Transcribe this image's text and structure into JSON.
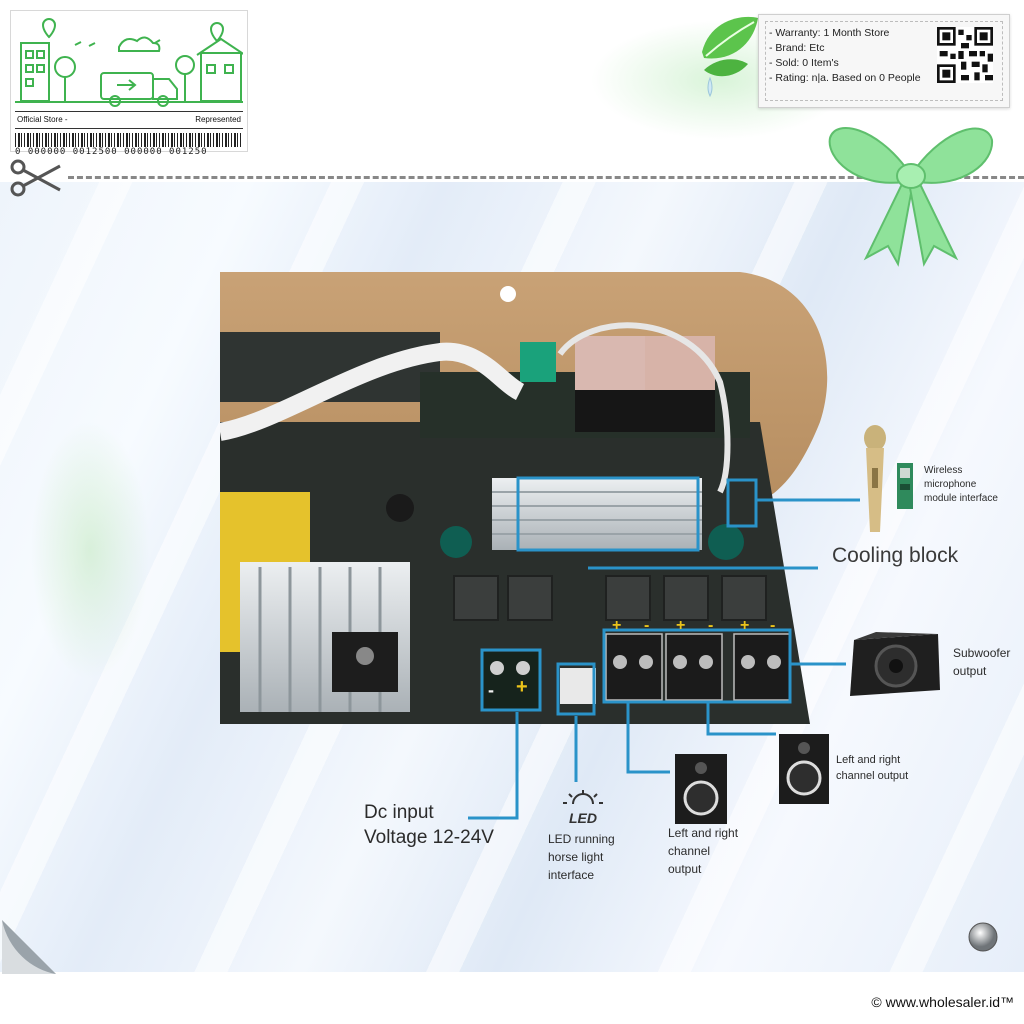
{
  "badge": {
    "left_text": "Official Store -",
    "right_text": "Represented",
    "barcode_number": "0 000000 0012500 000000 001250"
  },
  "info_card": {
    "lines": [
      "- Warranty: 1 Month Store",
      "- Brand: Etc",
      "- Sold: 0 Item's",
      "- Rating: n|a. Based on 0 People"
    ]
  },
  "labels": {
    "cooling_block": "Cooling block",
    "wireless_mic": [
      "Wireless",
      "microphone",
      "module interface"
    ],
    "subwoofer": [
      "Subwoofer",
      "output"
    ],
    "lr_output_right": [
      "Left and right",
      "channel output"
    ],
    "lr_output_left": [
      "Left and right",
      "channel",
      "output"
    ],
    "dc_input": [
      "Dc input",
      "Voltage 12-24V"
    ],
    "led_icon_text": "LED",
    "led_interface": [
      "LED running",
      "horse light",
      "interface"
    ],
    "terminal_minus": "-",
    "terminal_plus": "+"
  },
  "footer": {
    "copyright": "© www.wholesaler.id™"
  },
  "colors": {
    "callout_blue": "#2a93c9",
    "badge_green": "#3fb34f",
    "board_dark": "#2a2f2c"
  }
}
